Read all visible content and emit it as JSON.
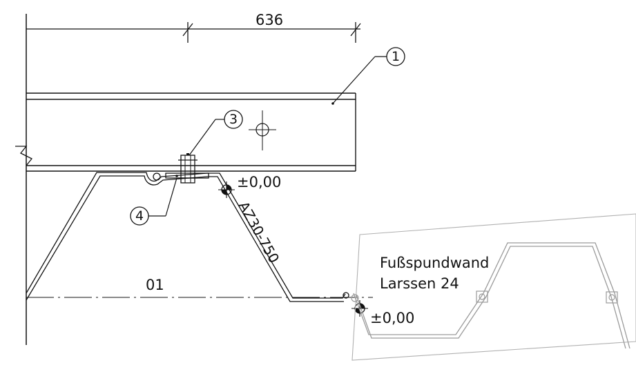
{
  "drawing": {
    "dimension_top": "636",
    "callouts": [
      "1",
      "3",
      "4"
    ],
    "elevation_upper": "±0,00",
    "elevation_lower": "±0,00",
    "profile_label": "AZ30-750",
    "axis_label": "01",
    "sheet_pile_label_line1": "Fußspundwand",
    "sheet_pile_label_line2": "Larssen 24"
  },
  "colors": {
    "ink": "#111111",
    "faint": "#9a9a9a",
    "background": "#ffffff"
  }
}
